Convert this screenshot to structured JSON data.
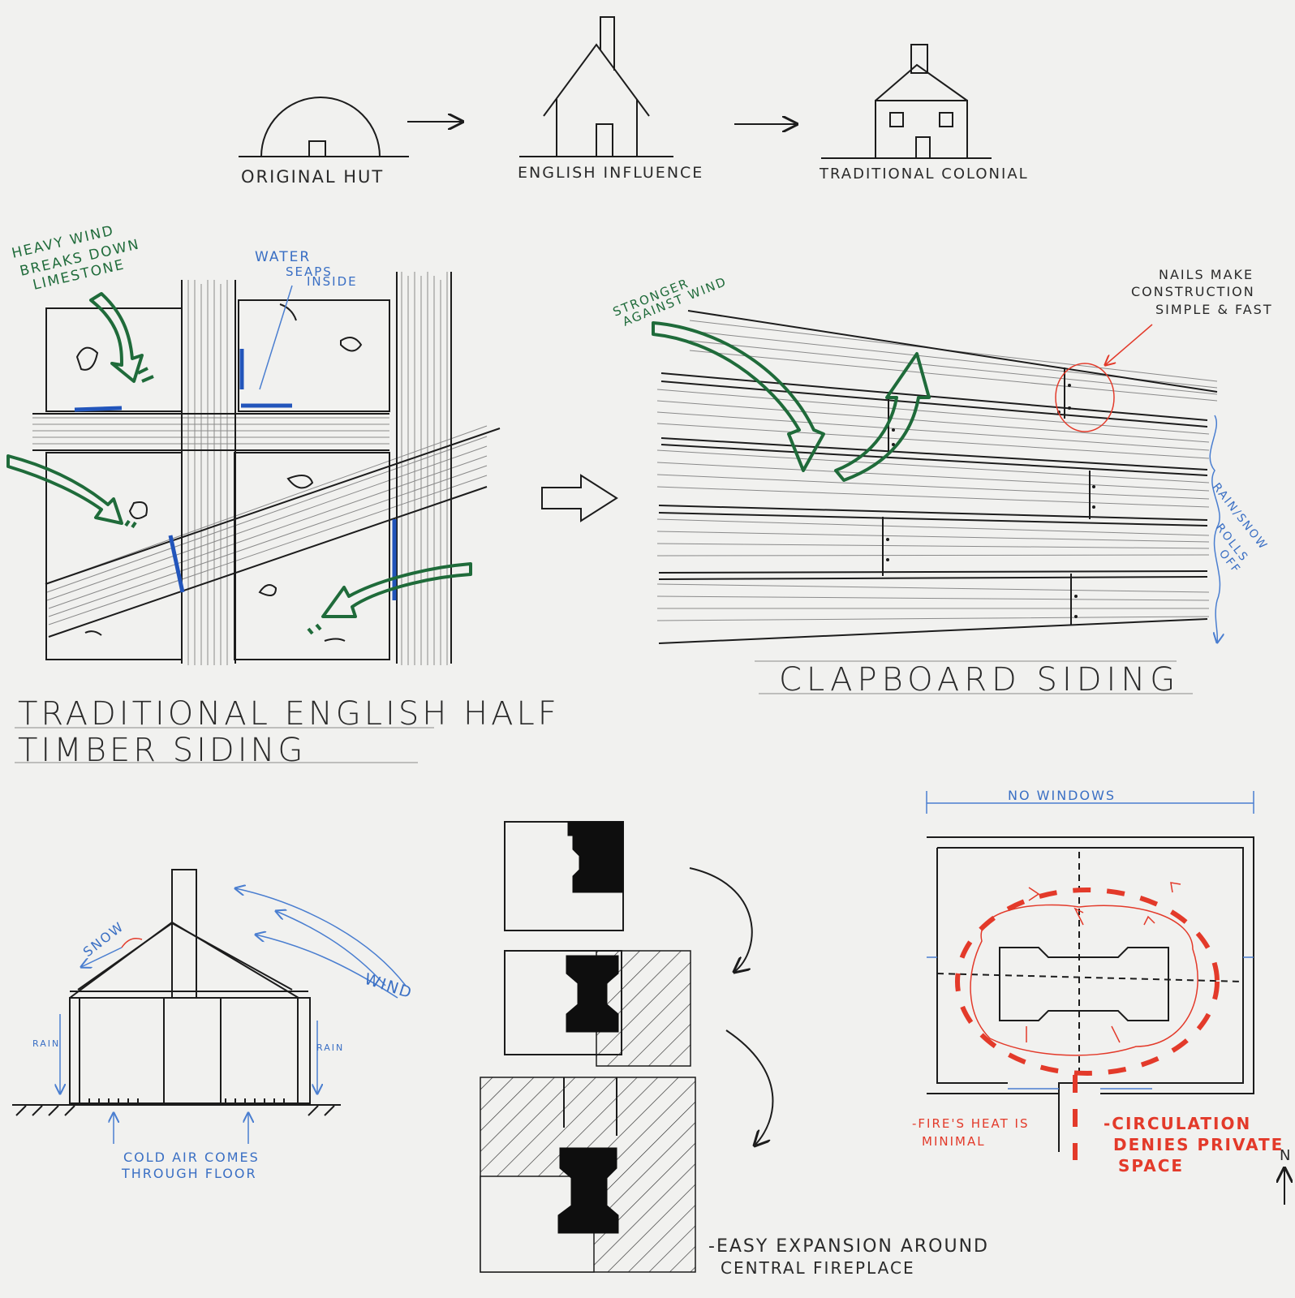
{
  "evolution": {
    "hut_label": "ORIGINAL HUT",
    "english_label": "ENGLISH INFLUENCE",
    "colonial_label": "TRADITIONAL COLONIAL"
  },
  "half_timber": {
    "title_line1": "TRADITIONAL ENGLISH HALF",
    "title_line2": "TIMBER SIDING",
    "note_wind_1": "HEAVY WIND",
    "note_wind_2": "BREAKS DOWN",
    "note_wind_3": "LIMESTONE",
    "note_water_1": "WATER",
    "note_water_2": "SEAPS",
    "note_water_3": "INSIDE"
  },
  "clapboard": {
    "title": "CLAPBOARD SIDING",
    "note_wind_1": "STRONGER",
    "note_wind_2": "AGAINST WIND",
    "note_nails_1": "NAILS MAKE",
    "note_nails_2": "CONSTRUCTION",
    "note_nails_3": "SIMPLE & FAST",
    "note_rain_1": "RAIN/SNOW",
    "note_rain_2": "ROLLS",
    "note_rain_3": "OFF"
  },
  "section": {
    "snow": "SNOW",
    "wind": "WIND",
    "rain_left": "RAIN",
    "rain_right": "RAIN",
    "cold_1": "COLD AIR COMES",
    "cold_2": "THROUGH FLOOR"
  },
  "expansion": {
    "note_1": "-EASY EXPANSION AROUND",
    "note_2": "CENTRAL FIREPLACE"
  },
  "plan": {
    "no_windows": "NO WINDOWS",
    "fire_1": "-FIRE'S HEAT IS",
    "fire_2": "MINIMAL",
    "circ_1": "-CIRCULATION",
    "circ_2": "DENIES PRIVATE",
    "circ_3": "SPACE",
    "north": "N"
  },
  "colors": {
    "ink": "#1c1c1c",
    "green": "#1f6b3a",
    "blue": "#3a6fc4",
    "red": "#e33a2a",
    "paper": "#f1f1ef"
  }
}
